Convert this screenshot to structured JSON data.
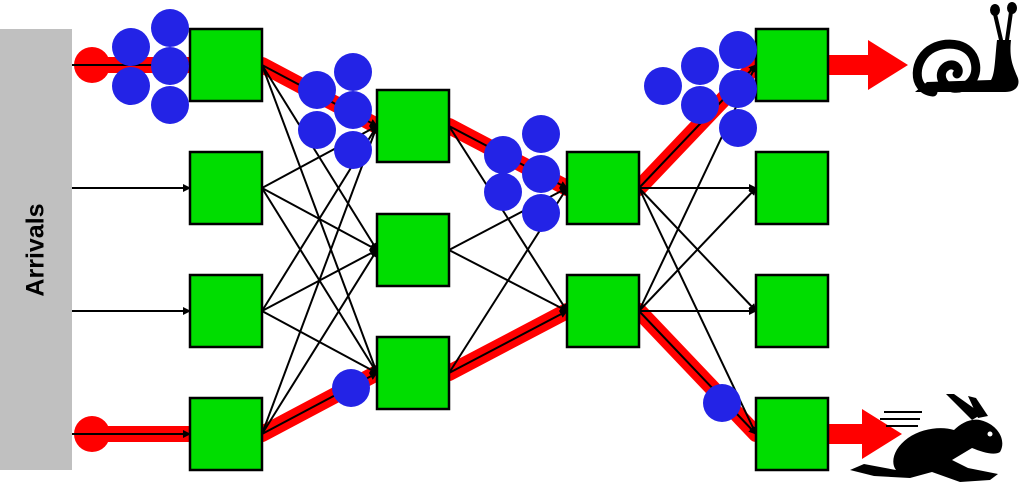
{
  "diagram": {
    "arrivals_label": "Arrivals",
    "stages": [
      {
        "id": "stage-1",
        "nodes": 4
      },
      {
        "id": "stage-2",
        "nodes": 3
      },
      {
        "id": "stage-3",
        "nodes": 2
      },
      {
        "id": "stage-4",
        "nodes": 4
      }
    ],
    "slow_path": {
      "meaning": "slow",
      "icon": "snail-icon"
    },
    "fast_path": {
      "meaning": "fast",
      "icon": "rabbit-icon"
    },
    "colors": {
      "node": "#00dd00",
      "path": "#ff0000",
      "job": "#2323e6",
      "arrivals_bar": "#c0c0c0",
      "edge": "#000000"
    }
  }
}
